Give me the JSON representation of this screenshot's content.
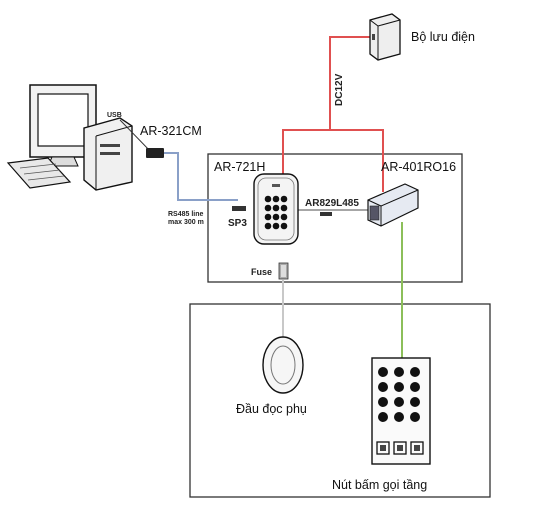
{
  "labels": {
    "ups": "Bộ lưu điện",
    "dc": "DC12V",
    "usb": "USB",
    "converter": "AR-321CM",
    "controller": "AR-721H",
    "relay_module": "AR-401RO16",
    "bus": "AR829L485",
    "rs485_line1": "RS485 line",
    "rs485_line2": "max 300 m",
    "sp3": "SP3",
    "fuse": "Fuse",
    "reader": "Đầu đọc phụ",
    "floor_buttons": "Nút bấm gọi tầng"
  },
  "colors": {
    "power_wire": "#e05050",
    "rs485_wire": "#8aa0c8",
    "relay_wire": "#8cbf5a",
    "reader_wire": "#c8c8c8",
    "frame": "#333333"
  },
  "icons": {
    "computer": "computer-icon",
    "ups": "ups-icon",
    "converter": "usb-converter-icon",
    "controller": "controller-keypad-icon",
    "relay_module": "relay-module-icon",
    "fuse": "fuse-icon",
    "reader": "card-reader-icon",
    "panel": "floor-button-panel-icon"
  }
}
